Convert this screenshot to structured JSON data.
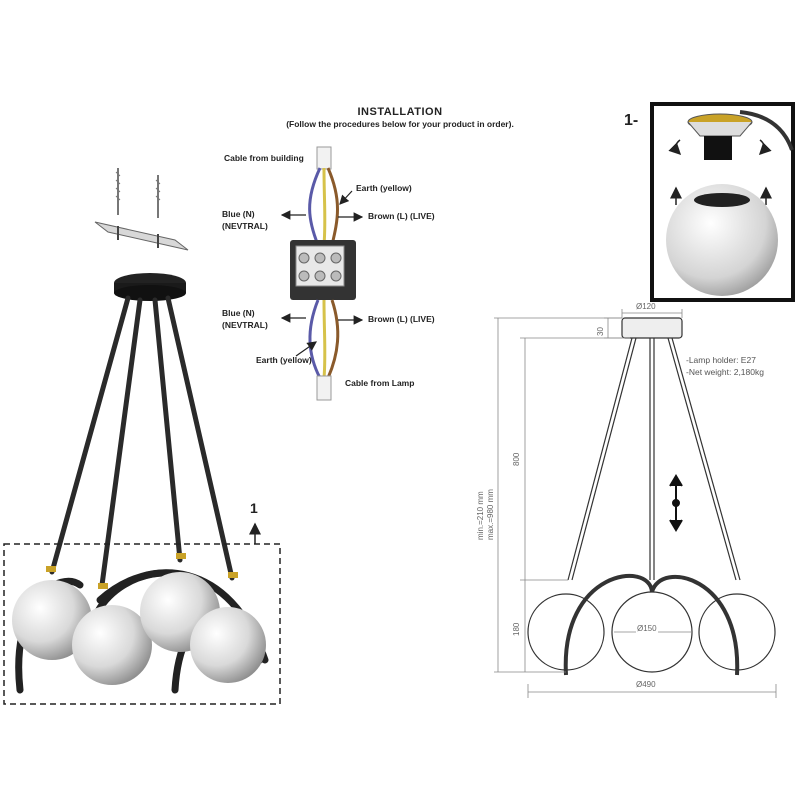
{
  "installation": {
    "title": "INSTALLATION",
    "subtitle": "(Follow the procedures below for your product in order).",
    "cable_building": "Cable from building",
    "cable_lamp": "Cable from Lamp",
    "earth_top": "Earth (yellow)",
    "blue_top_1": "Blue (N)",
    "blue_top_2": "(NEVTRAL)",
    "brown_top": "Brown (L) (LIVE)",
    "blue_bot_1": "Blue (N)",
    "blue_bot_2": "(NEVTRAL)",
    "brown_bot": "Brown (L) (LIVE)",
    "earth_bot": "Earth (yellow)"
  },
  "callouts": {
    "detail_label": "1",
    "inset_label": "1-"
  },
  "specs": {
    "lamp_holder": "-Lamp holder: E27",
    "net_weight": "-Net weight: 2,180kg"
  },
  "dimensions": {
    "canopy_dia": "Ø120",
    "canopy_h": "30",
    "rod_len": "800",
    "globe_h": "180",
    "globe_dia": "Ø150",
    "total_dia": "Ø490",
    "min_len": "min.=210 mm",
    "max_len": "max.=980 mm"
  },
  "colors": {
    "line": "#333333",
    "dim": "#888888",
    "globe": "#e6e6e6",
    "gold": "#c9a227"
  }
}
